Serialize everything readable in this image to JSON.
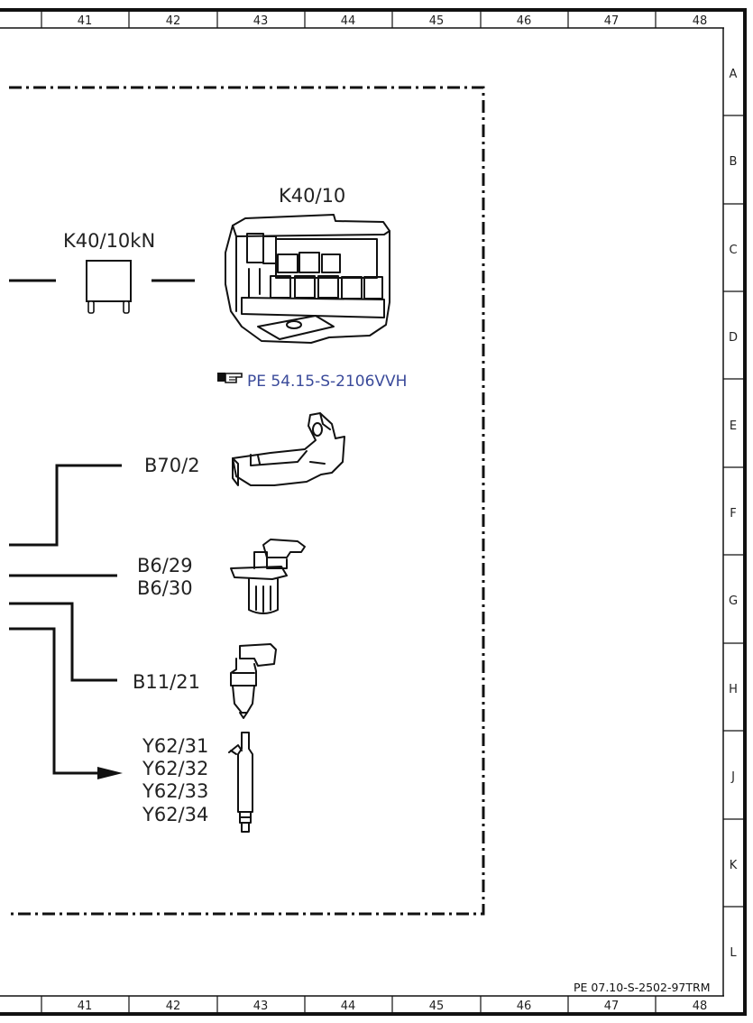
{
  "ruler_columns": [
    "41",
    "42",
    "43",
    "44",
    "45",
    "46",
    "47",
    "48"
  ],
  "ruler_rows": [
    "A",
    "B",
    "C",
    "D",
    "E",
    "F",
    "G",
    "H",
    "J",
    "K",
    "L"
  ],
  "components": {
    "k40_10": "K40/10",
    "k40_10kn": "K40/10kN",
    "b70_2": "B70/2",
    "b6_29": "B6/29",
    "b6_30": "B6/30",
    "b11_21": "B11/21",
    "y62_31": "Y62/31",
    "y62_32": "Y62/32",
    "y62_33": "Y62/33",
    "y62_34": "Y62/34"
  },
  "reference_link": "PE 54.15-S-2106VVH",
  "document_id": "PE 07.10-S-2502-97TRM"
}
